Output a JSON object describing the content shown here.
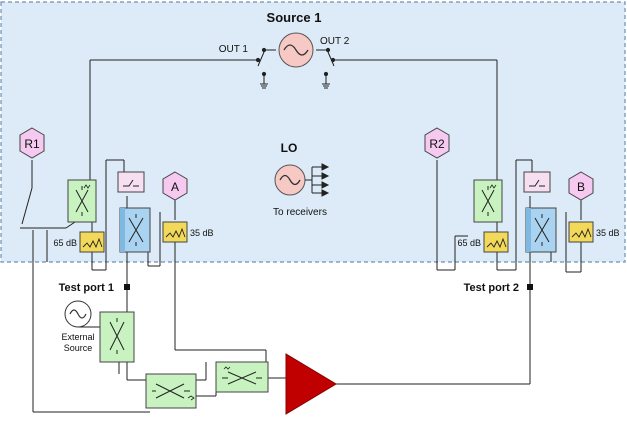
{
  "header": {
    "title": "Source 1"
  },
  "source": {
    "out1_label": "OUT 1",
    "out2_label": "OUT 2"
  },
  "lo": {
    "label": "LO",
    "caption": "To receivers"
  },
  "receivers": {
    "r1": "R1",
    "r2": "R2",
    "a": "A",
    "b": "B"
  },
  "attenuators": {
    "left_65": "65 dB",
    "left_35": "35 dB",
    "right_65": "65 dB",
    "right_35": "35 dB"
  },
  "ports": {
    "port1": "Test port 1",
    "port2": "Test port 2"
  },
  "external_source": {
    "line1": "External",
    "line2": "Source"
  },
  "colors": {
    "panel_fill": "#dcebf7",
    "panel_border": "#6f8fb5",
    "source_fill": "#f7c9c5",
    "receiver_fill": "#f5c9f0",
    "coupler_fill": "#c8f2c0",
    "blue_coupler_fill": "#a9d3f0",
    "atten_fill": "#f3d95a",
    "amplifier_fill": "#c00000"
  }
}
